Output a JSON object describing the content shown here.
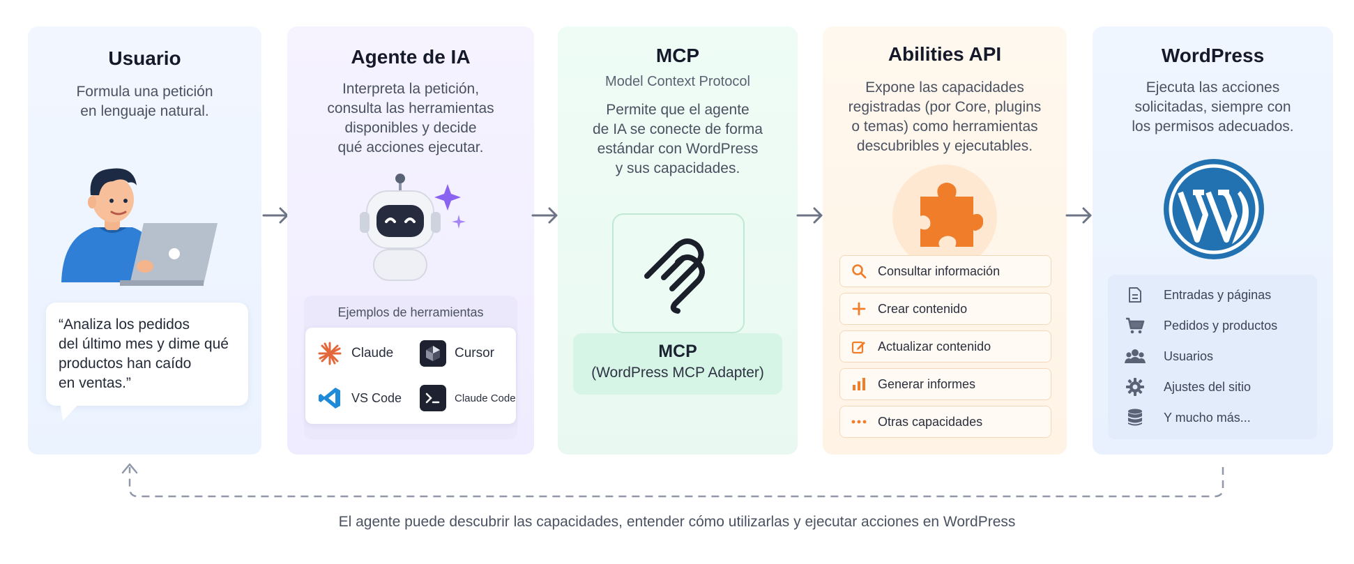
{
  "columns": {
    "user": {
      "title": "Usuario",
      "description": "Formula una petición\nen lenguaje natural.",
      "quote": "“Analiza los pedidos\ndel último mes y dime qué\nproductos han caído\nen ventas.”"
    },
    "agent": {
      "title": "Agente de IA",
      "description": "Interpreta la petición,\nconsulta las herramientas\ndisponibles y decide\nqué acciones ejecutar.",
      "tools_label": "Ejemplos de herramientas",
      "tools": [
        {
          "name": "Claude",
          "icon": "claude-icon"
        },
        {
          "name": "Cursor",
          "icon": "cursor-icon"
        },
        {
          "name": "VS Code",
          "icon": "vscode-icon"
        },
        {
          "name": "Claude Code",
          "icon": "terminal-icon"
        }
      ]
    },
    "mcp": {
      "title": "MCP",
      "subtitle": "Model Context Protocol",
      "description": "Permite que el agente\nde IA se conecte de forma\nestándar con WordPress\ny sus capacidades.",
      "box_title": "MCP",
      "box_subtitle": "(WordPress MCP Adapter)"
    },
    "abilities": {
      "title": "Abilities API",
      "description": "Expone las capacidades\nregistradas (por Core, plugins\no temas) como herramientas\ndescubribles y ejecutables.",
      "items": [
        {
          "label": "Consultar información",
          "icon": "search-icon"
        },
        {
          "label": "Crear contenido",
          "icon": "plus-icon"
        },
        {
          "label": "Actualizar contenido",
          "icon": "edit-icon"
        },
        {
          "label": "Generar informes",
          "icon": "bar-chart-icon"
        },
        {
          "label": "Otras capacidades",
          "icon": "ellipsis-icon"
        }
      ]
    },
    "wordpress": {
      "title": "WordPress",
      "description": "Ejecuta las acciones\nsolicitadas, siempre con\nlos permisos adecuados.",
      "items": [
        {
          "label": "Entradas y páginas",
          "icon": "document-icon"
        },
        {
          "label": "Pedidos y productos",
          "icon": "cart-icon"
        },
        {
          "label": "Usuarios",
          "icon": "users-icon"
        },
        {
          "label": "Ajustes del sitio",
          "icon": "gear-icon"
        },
        {
          "label": "Y mucho más...",
          "icon": "database-icon"
        }
      ]
    }
  },
  "footer": "El agente puede descubrir las capacidades, entender cómo utilizarlas y ejecutar acciones en WordPress",
  "colors": {
    "accent_purple": "#8a63f0",
    "accent_orange": "#ef7d2a",
    "wordpress_blue": "#2271b1",
    "arrow_gray": "#6b7385"
  }
}
